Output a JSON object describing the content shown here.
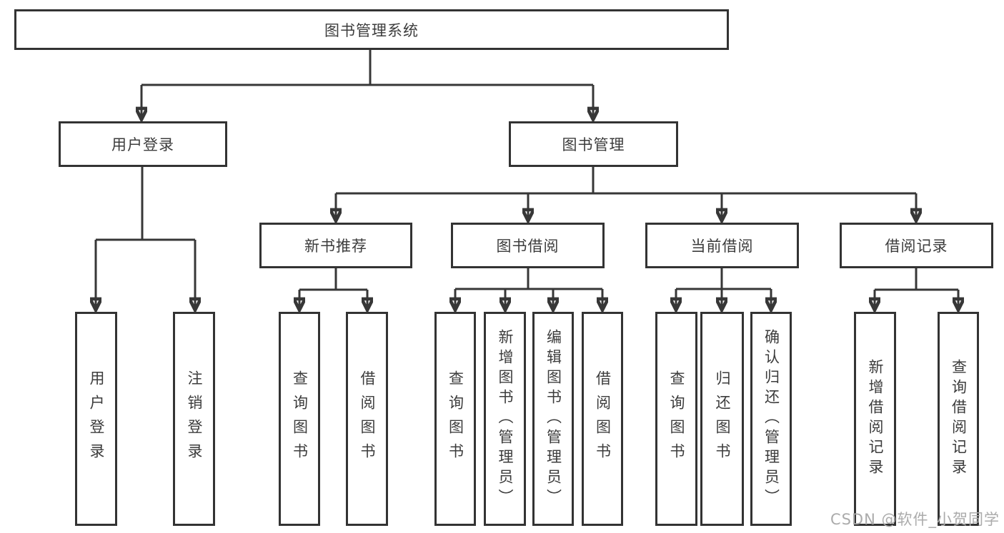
{
  "diagram": {
    "tree": {
      "label": "图书管理系统",
      "children": [
        {
          "label": "用户登录",
          "children": [
            {
              "label": "用户登录"
            },
            {
              "label": "注销登录"
            }
          ]
        },
        {
          "label": "图书管理",
          "children": [
            {
              "label": "新书推荐",
              "children": [
                {
                  "label": "查询图书"
                },
                {
                  "label": "借阅图书"
                }
              ]
            },
            {
              "label": "图书借阅",
              "children": [
                {
                  "label": "查询图书"
                },
                {
                  "label": "新增图书（管理员）"
                },
                {
                  "label": "编辑图书（管理员）"
                },
                {
                  "label": "借阅图书"
                }
              ]
            },
            {
              "label": "当前借阅",
              "children": [
                {
                  "label": "查询图书"
                },
                {
                  "label": "归还图书"
                },
                {
                  "label": "确认归还（管理员）"
                }
              ]
            },
            {
              "label": "借阅记录",
              "children": [
                {
                  "label": "新增借阅记录"
                },
                {
                  "label": "查询借阅记录"
                }
              ]
            }
          ]
        }
      ]
    },
    "watermark": "CSDN @软件_小贺同学",
    "colors": {
      "line": "#373737",
      "border": "#333333",
      "text": "#3c3c3c",
      "watermark": "#ababab",
      "background": "#ffffff"
    }
  }
}
